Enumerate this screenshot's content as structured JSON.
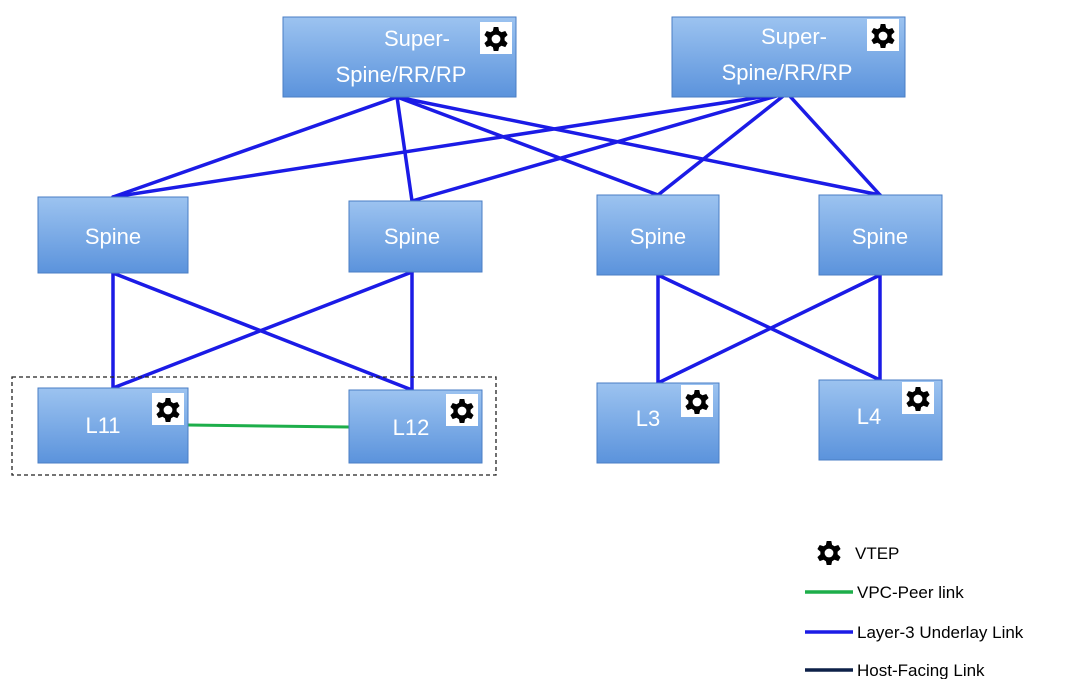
{
  "diagram": {
    "colors": {
      "node_fill_top": "#9CC3F0",
      "node_fill_bottom": "#5B93DC",
      "node_stroke": "#4A7EC4",
      "underlay": "#1B1BE6",
      "vpc_peer": "#1DAE4A",
      "host_facing": "#0D2048",
      "vtep_icon": "#000000"
    },
    "super_spines": [
      {
        "id": "ss1",
        "label_lines": [
          "Super-",
          "Spine/RR/RP"
        ],
        "vtep": true
      },
      {
        "id": "ss2",
        "label_lines": [
          "Super-",
          "Spine/RR/RP"
        ],
        "vtep": true
      }
    ],
    "spines": [
      {
        "id": "s1",
        "label": "Spine",
        "vtep": false
      },
      {
        "id": "s2",
        "label": "Spine",
        "vtep": false
      },
      {
        "id": "s3",
        "label": "Spine",
        "vtep": false
      },
      {
        "id": "s4",
        "label": "Spine",
        "vtep": false
      }
    ],
    "leaves": [
      {
        "id": "l11",
        "label": "L11",
        "vtep": true
      },
      {
        "id": "l12",
        "label": "L12",
        "vtep": true
      },
      {
        "id": "l3",
        "label": "L3",
        "vtep": true
      },
      {
        "id": "l4",
        "label": "L4",
        "vtep": true
      }
    ],
    "links": [
      {
        "from": "ss1",
        "to": "s1",
        "type": "underlay"
      },
      {
        "from": "ss1",
        "to": "s2",
        "type": "underlay"
      },
      {
        "from": "ss1",
        "to": "s3",
        "type": "underlay"
      },
      {
        "from": "ss1",
        "to": "s4",
        "type": "underlay"
      },
      {
        "from": "ss2",
        "to": "s1",
        "type": "underlay"
      },
      {
        "from": "ss2",
        "to": "s2",
        "type": "underlay"
      },
      {
        "from": "ss2",
        "to": "s3",
        "type": "underlay"
      },
      {
        "from": "ss2",
        "to": "s4",
        "type": "underlay"
      },
      {
        "from": "s1",
        "to": "l11",
        "type": "underlay"
      },
      {
        "from": "s1",
        "to": "l12",
        "type": "underlay"
      },
      {
        "from": "s2",
        "to": "l11",
        "type": "underlay"
      },
      {
        "from": "s2",
        "to": "l12",
        "type": "underlay"
      },
      {
        "from": "s3",
        "to": "l3",
        "type": "underlay"
      },
      {
        "from": "s3",
        "to": "l4",
        "type": "underlay"
      },
      {
        "from": "s4",
        "to": "l3",
        "type": "underlay"
      },
      {
        "from": "s4",
        "to": "l4",
        "type": "underlay"
      },
      {
        "from": "l11",
        "to": "l12",
        "type": "vpc_peer"
      }
    ],
    "vpc_group": {
      "members": [
        "l11",
        "l12"
      ],
      "style": "dashed"
    }
  },
  "legend": {
    "items": [
      {
        "type": "vtep",
        "label": "VTEP",
        "icon": "gear-icon"
      },
      {
        "type": "vpc_peer",
        "label": "VPC-Peer link"
      },
      {
        "type": "underlay",
        "label": "Layer-3 Underlay Link"
      },
      {
        "type": "host_facing",
        "label": "Host-Facing Link"
      }
    ]
  }
}
